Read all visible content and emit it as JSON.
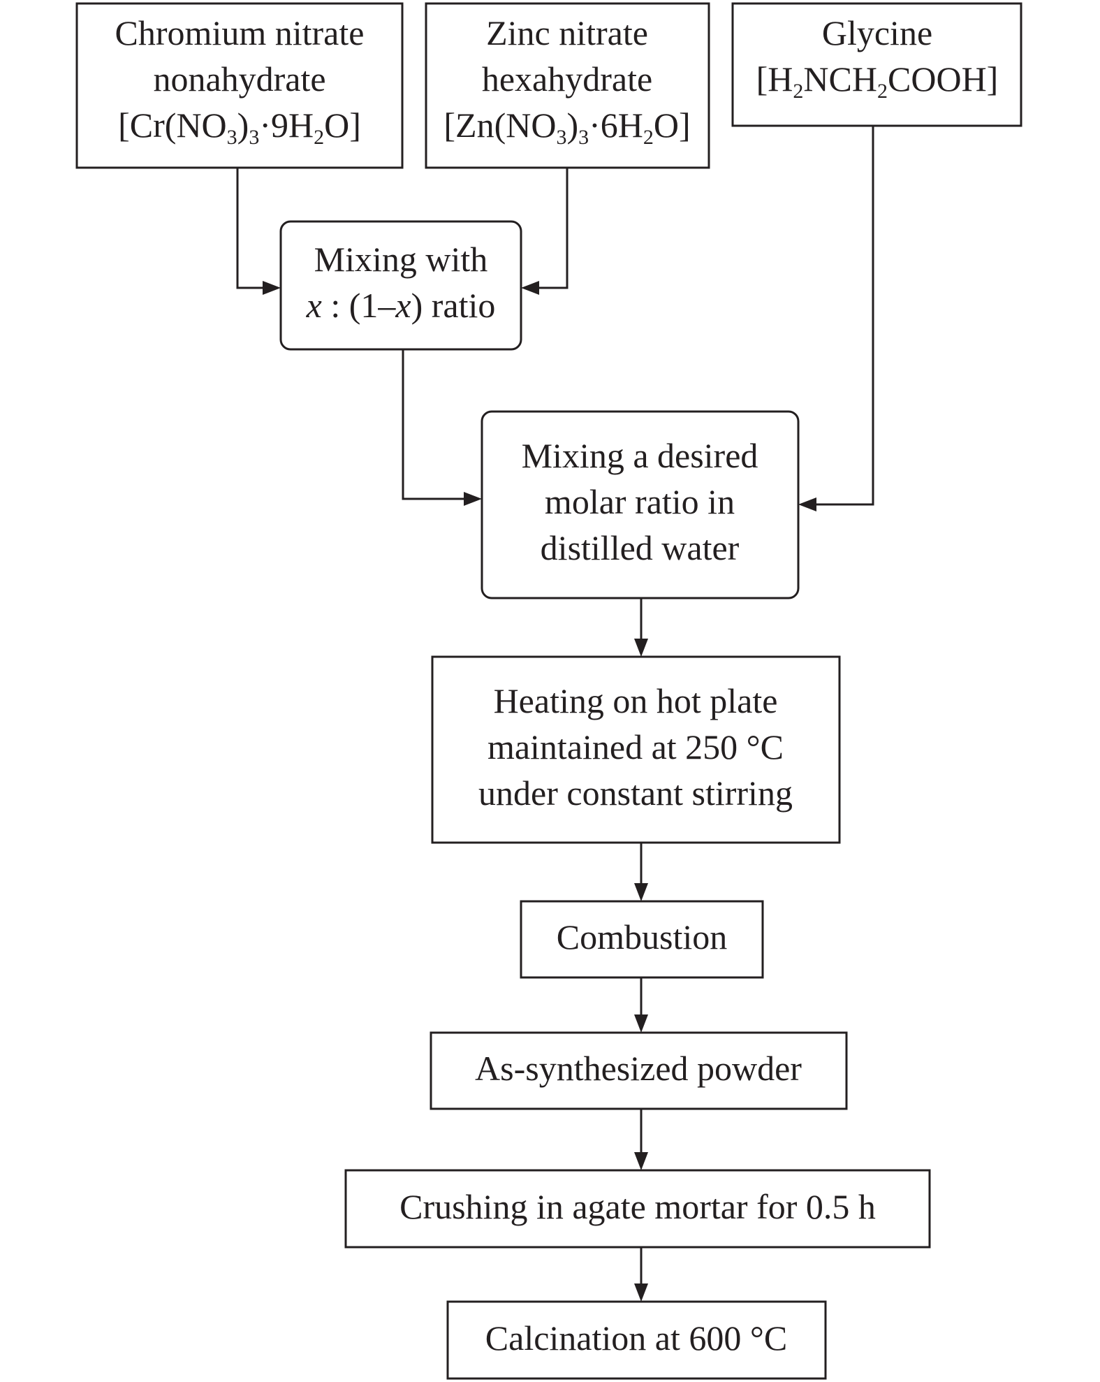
{
  "nodes": {
    "chromium": {
      "line1": "Chromium nitrate",
      "line2": "nonahydrate",
      "formula": {
        "a": "[Cr(NO",
        "s1": "3",
        "b": ")",
        "s2": "3",
        "c": "·9H",
        "s3": "2",
        "d": "O]"
      }
    },
    "zinc": {
      "line1": "Zinc nitrate",
      "line2": "hexahydrate",
      "formula": {
        "a": "[Zn(NO",
        "s1": "3",
        "b": ")",
        "s2": "3",
        "c": "·6H",
        "s3": "2",
        "d": "O]"
      }
    },
    "glycine": {
      "line1": "Glycine",
      "formula": {
        "a": "[H",
        "s1": "2",
        "b": "NCH",
        "s2": "2",
        "c": "COOH]"
      }
    },
    "mix_ratio": {
      "line1": "Mixing with",
      "line2": {
        "x1": "x",
        "mid": " : (1–",
        "x2": "x",
        "end": ") ratio"
      }
    },
    "mix_water": {
      "line1": "Mixing a desired",
      "line2": "molar ratio in",
      "line3": "distilled water"
    },
    "heating": {
      "line1": "Heating on hot plate",
      "line2": "maintained at 250 °C",
      "line3": "under constant stirring"
    },
    "combustion": {
      "line1": "Combustion"
    },
    "powder": {
      "line1": "As-synthesized powder"
    },
    "crushing": {
      "line1": "Crushing in agate mortar for 0.5 h"
    },
    "calcination": {
      "line1": "Calcination at 600 °C"
    }
  }
}
